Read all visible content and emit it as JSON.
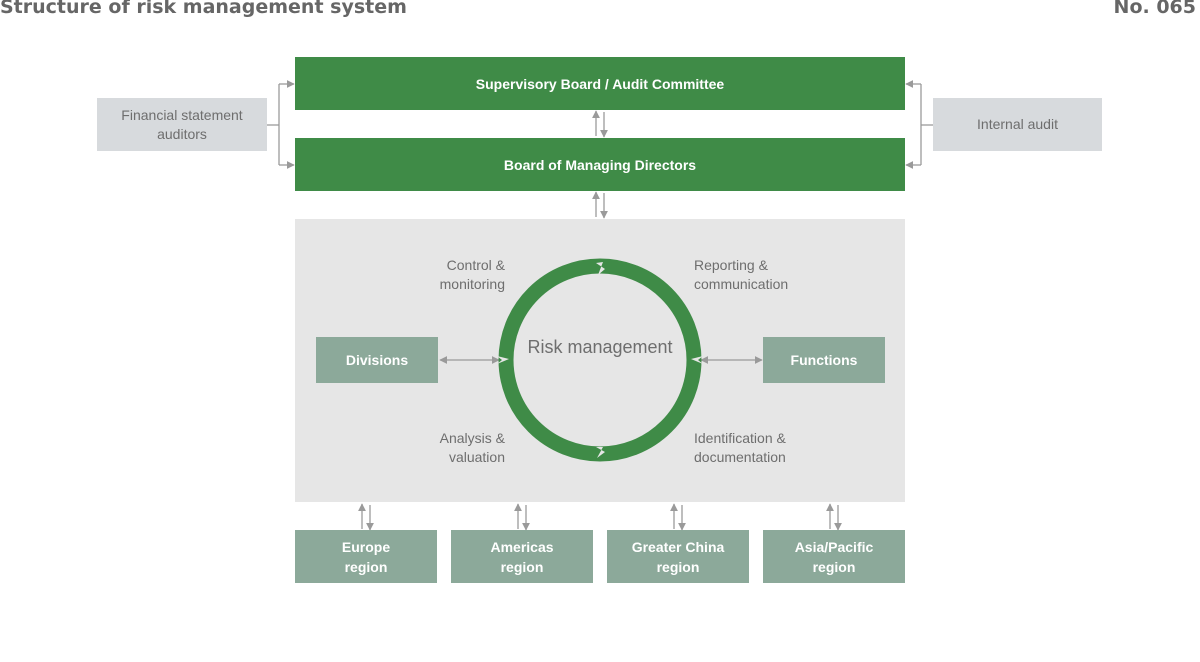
{
  "header": {
    "title": "Structure of risk management system",
    "figure_number": "No. 065"
  },
  "governance": {
    "supervisory_board": "Supervisory Board / Audit Committee",
    "managing_board": "Board of Managing Directors",
    "financial_auditors": "Financial statement auditors",
    "internal_audit": "Internal audit"
  },
  "risk_management": {
    "center": "Risk management",
    "phases": {
      "control": "Control & monitoring",
      "reporting": "Reporting & communication",
      "analysis": "Analysis & valuation",
      "identification": "Identification & documentation"
    },
    "divisions": "Divisions",
    "functions": "Functions"
  },
  "regions": [
    {
      "label": "Europe region"
    },
    {
      "label": "Americas region"
    },
    {
      "label": "Greater China region"
    },
    {
      "label": "Asia/Pacific region"
    }
  ],
  "colors": {
    "green": "#3f8b47",
    "sage": "#8ca99a",
    "grey_box": "#d7dadd",
    "panel": "#e6e6e6",
    "arrow": "#9a9a9a"
  }
}
